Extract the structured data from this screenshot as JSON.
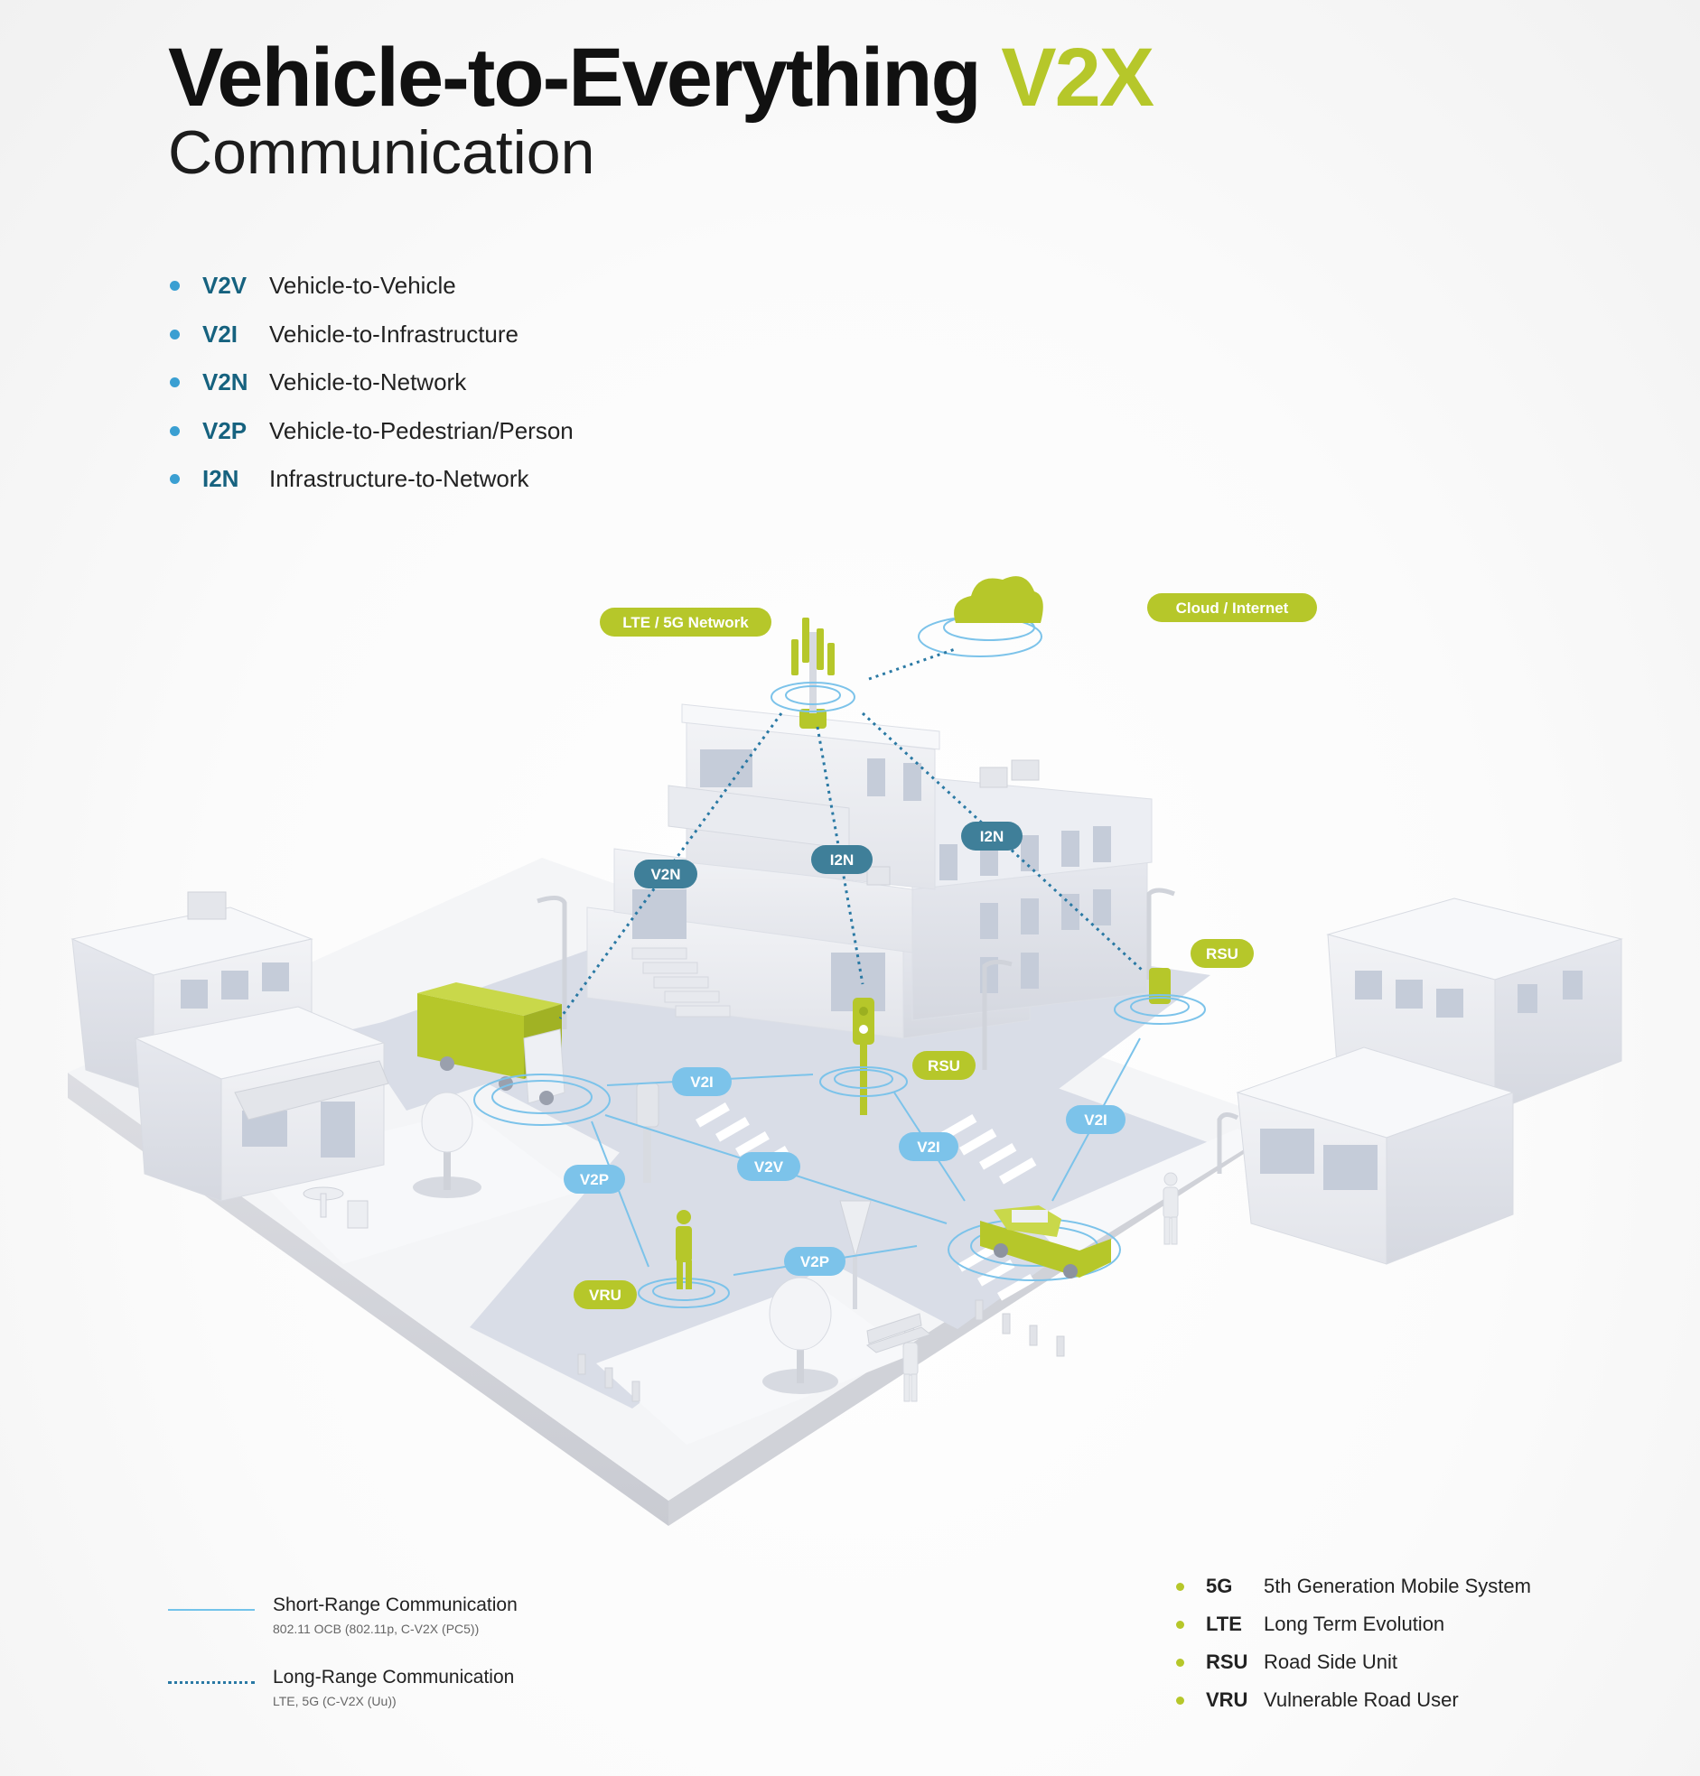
{
  "header": {
    "title_main": "Vehicle-to-Everything",
    "title_accent": "V2X",
    "subtitle": "Communication"
  },
  "abbreviations": [
    {
      "code": "V2V",
      "desc": "Vehicle-to-Vehicle"
    },
    {
      "code": "V2I",
      "desc": "Vehicle-to-Infrastructure"
    },
    {
      "code": "V2N",
      "desc": "Vehicle-to-Network"
    },
    {
      "code": "V2P",
      "desc": "Vehicle-to-Pedestrian/Person"
    },
    {
      "code": "I2N",
      "desc": "Infrastructure-to-Network"
    }
  ],
  "diagram": {
    "green_labels": {
      "network": "LTE / 5G Network",
      "cloud": "Cloud / Internet",
      "rsu_right": "RSU",
      "rsu_center": "RSU",
      "vru": "VRU"
    },
    "blue_labels": {
      "v2n": "V2N",
      "i2n_center": "I2N",
      "i2n_right": "I2N",
      "v2i_left": "V2I",
      "v2i_center": "V2I",
      "v2i_right": "V2I",
      "v2v": "V2V",
      "v2p_left": "V2P",
      "v2p_bottom": "V2P"
    }
  },
  "legend": {
    "short_range": {
      "title": "Short-Range Communication",
      "subtitle": "802.11 OCB (802.11p, C-V2X (PC5))"
    },
    "long_range": {
      "title": "Long-Range Communication",
      "subtitle": "LTE, 5G (C-V2X (Uu))"
    }
  },
  "glossary": [
    {
      "code": "5G",
      "desc": "5th Generation Mobile System"
    },
    {
      "code": "LTE",
      "desc": "Long Term Evolution"
    },
    {
      "code": "RSU",
      "desc": "Road Side Unit"
    },
    {
      "code": "VRU",
      "desc": "Vulnerable Road User"
    }
  ],
  "colors": {
    "accent_green": "#b6c72a",
    "blue_label": "#7cc3ea",
    "dark_label": "#3f7f99",
    "abbr_text": "#16627f",
    "dot_blue": "#3a9fd2"
  }
}
